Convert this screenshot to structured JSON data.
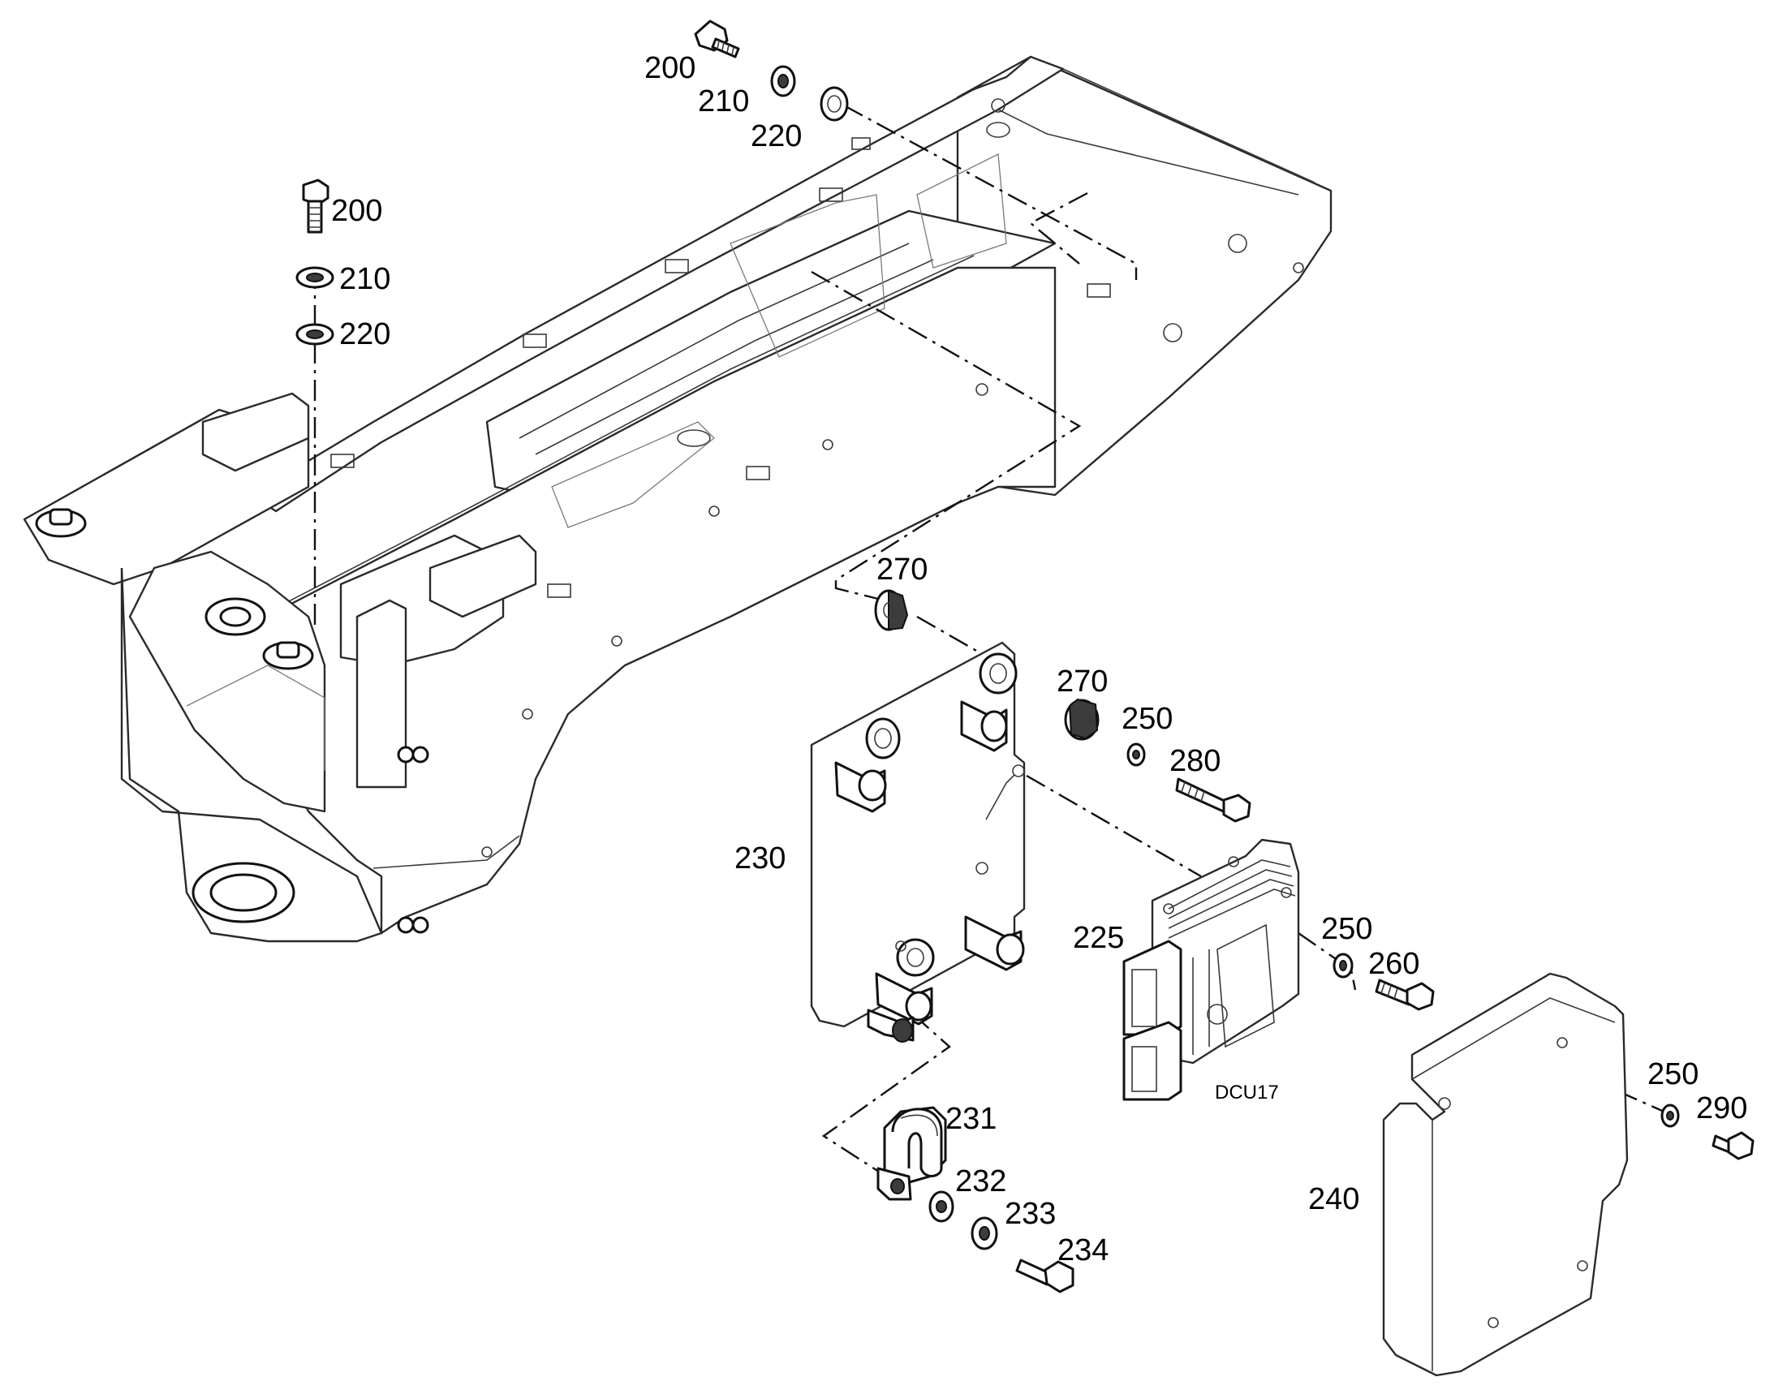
{
  "callouts": {
    "c200_top": "200",
    "c210_top": "210",
    "c220_top": "220",
    "c200_left": "200",
    "c210_left": "210",
    "c220_left": "220",
    "c270_a": "270",
    "c270_b": "270",
    "c250_a": "250",
    "c280": "280",
    "c230": "230",
    "c225": "225",
    "c250_b": "250",
    "c260": "260",
    "c231": "231",
    "c232": "232",
    "c233": "233",
    "c234": "234",
    "c250_c": "250",
    "c290": "290",
    "c240": "240"
  },
  "module_label": "DCU17"
}
